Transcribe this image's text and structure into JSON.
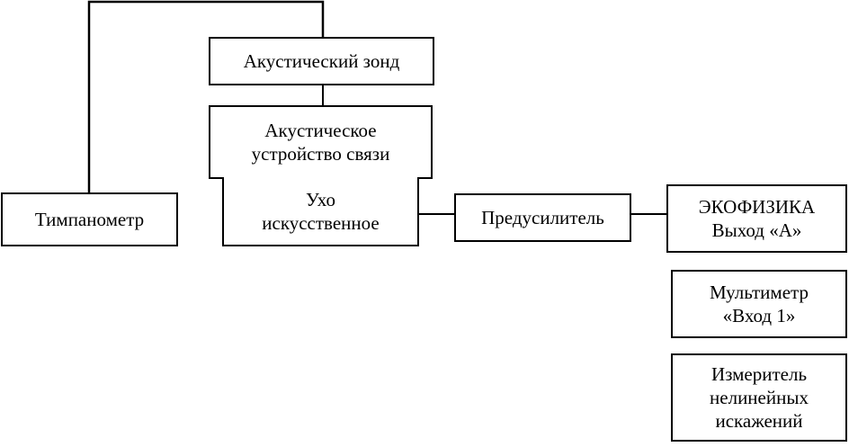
{
  "blocks": {
    "tympanometer": "Тимпанометр",
    "acoustic_probe": "Акустический зонд",
    "coupler": [
      "Акустическое",
      "устройство связи"
    ],
    "artificial_ear": [
      "Ухо",
      "искусственное"
    ],
    "preamplifier": "Предусилитель",
    "ecophysics": [
      "ЭКОФИЗИКА",
      "Выход «А»"
    ],
    "multimeter": [
      "Мультиметр",
      "«Вход 1»"
    ],
    "distortion_meter": [
      "Измеритель",
      "нелинейных",
      "искажений"
    ]
  }
}
